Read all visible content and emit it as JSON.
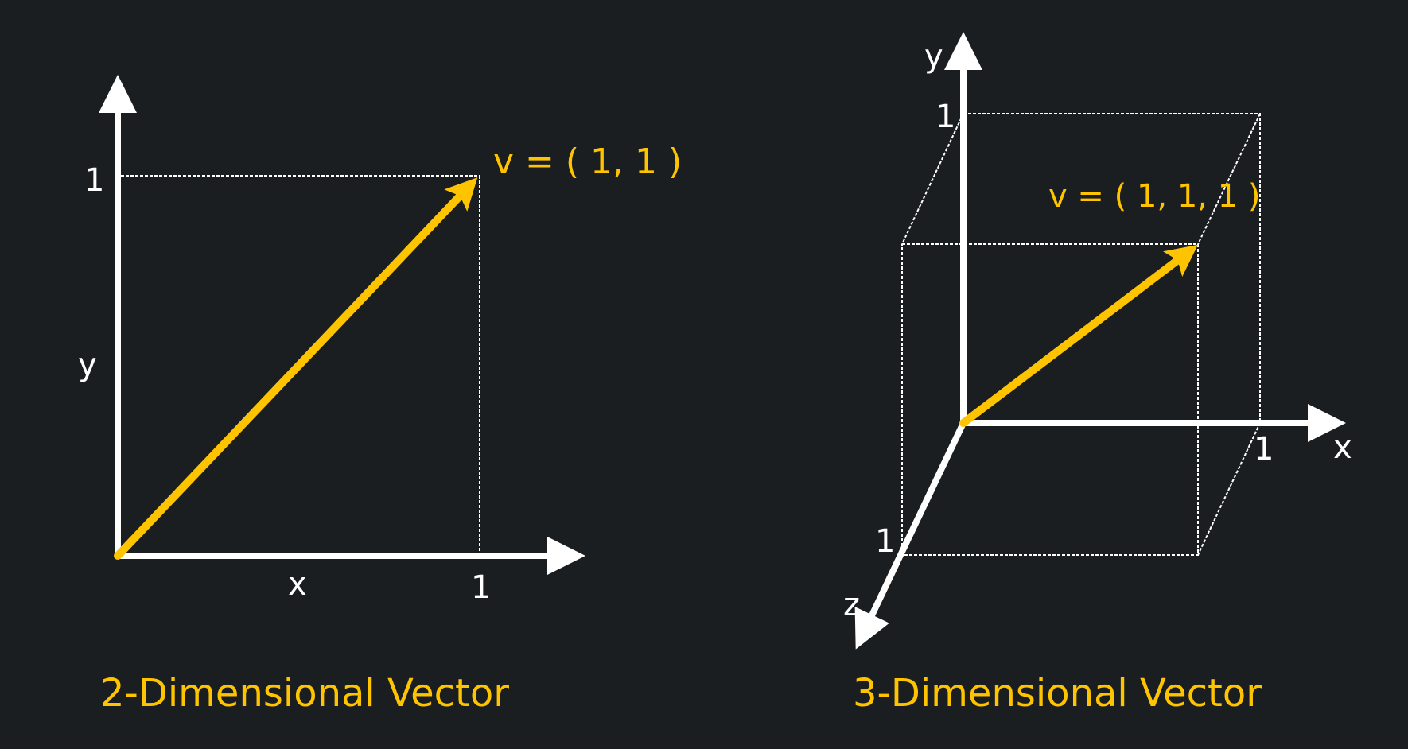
{
  "background_color": "#1b1e21",
  "accent_color": "#ffc400",
  "axis_color": "#ffffff",
  "diagram_2d": {
    "title": "2-Dimensional Vector",
    "vector_label": "v = ( 1, 1 )",
    "axis_labels": {
      "x": "x",
      "y": "y"
    },
    "tick_labels": {
      "x_one": "1",
      "y_one": "1"
    }
  },
  "diagram_3d": {
    "title": "3-Dimensional Vector",
    "vector_label": "v = ( 1, 1, 1 )",
    "axis_labels": {
      "x": "x",
      "y": "y",
      "z": "z"
    },
    "tick_labels": {
      "x_one": "1",
      "y_one": "1",
      "z_one": "1"
    }
  }
}
